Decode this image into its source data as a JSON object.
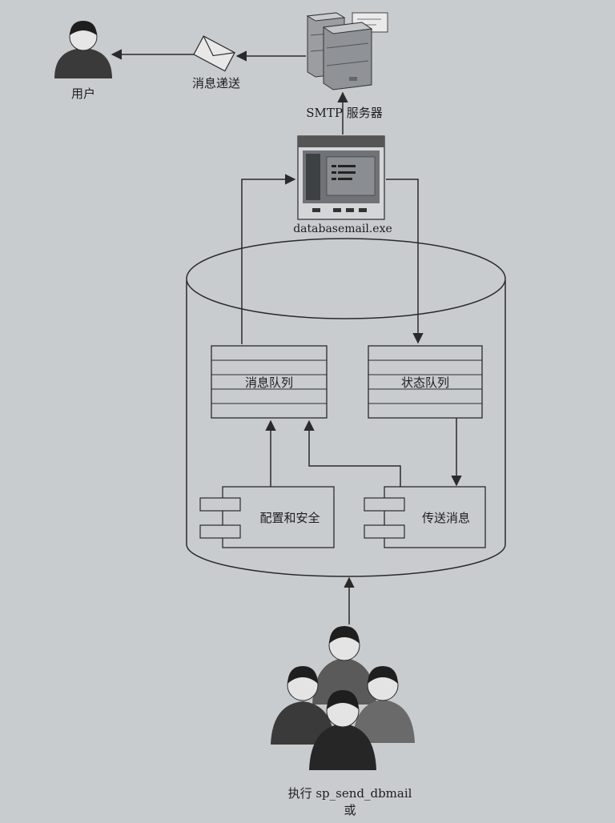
{
  "labels": {
    "user": "用户",
    "delivery": "消息递送",
    "smtp_server": "SMTP 服务器",
    "exe": "databasemail.exe",
    "message_queue": "消息队列",
    "status_queue": "状态队列",
    "config_security": "配置和安全",
    "send_message": "传送消息",
    "caller_line1": "执行 sp_send_dbmail",
    "caller_line2": "或"
  },
  "colors": {
    "background": "#c9cccf",
    "stroke": "#2a2a2a",
    "figure_dark": "#2b2b2b",
    "figure_mid": "#555555",
    "server_gray": "#8f9296",
    "window_screen": "#6f7276"
  },
  "icons": [
    "user-icon",
    "envelope-icon",
    "server-icon",
    "application-window-icon",
    "component-icon",
    "user-group-icon"
  ]
}
